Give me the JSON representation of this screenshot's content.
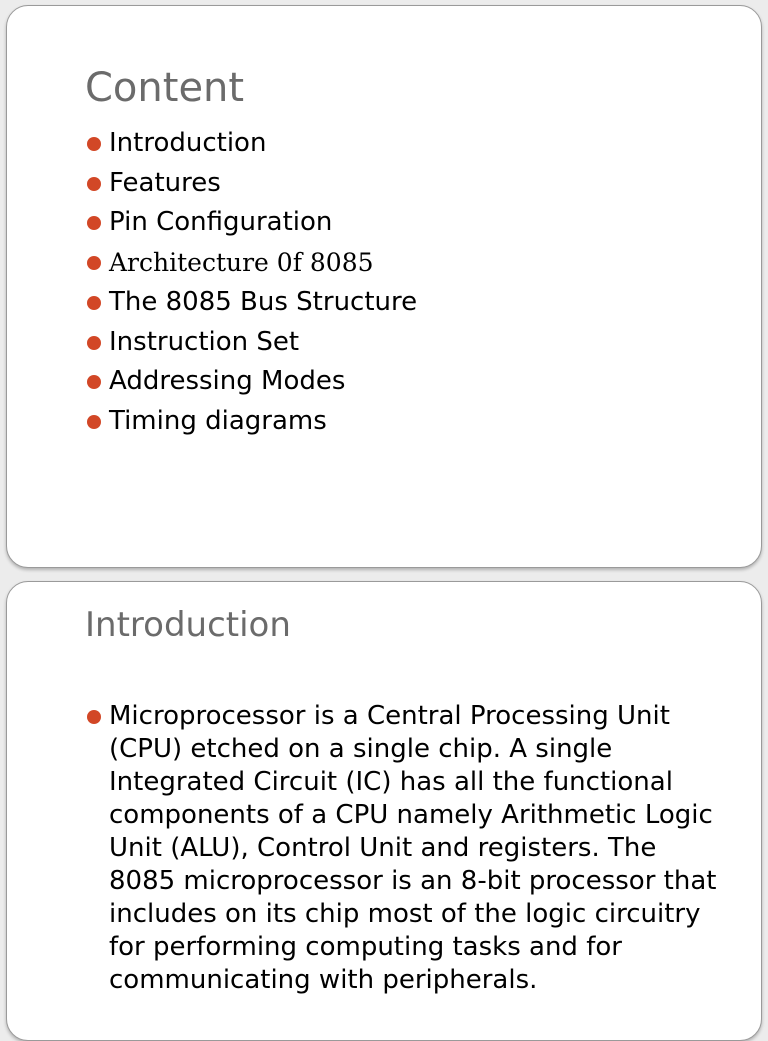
{
  "slides": [
    {
      "title": "Content",
      "bullets": [
        "Introduction",
        "Features",
        "Pin Configuration",
        "Architecture 0f 8085",
        "The 8085 Bus Structure",
        "Instruction Set",
        "Addressing Modes",
        "Timing diagrams"
      ]
    },
    {
      "title": "Introduction",
      "bullets": [
        "Microprocessor is a Central Processing Unit (CPU) etched on a single chip. A single Integrated Circuit (IC) has all the functional components of a CPU namely Arithmetic Logic Unit (ALU), Control Unit and registers. The 8085 microprocessor is an 8-bit processor that includes on its chip most of the logic circuitry for performing computing tasks and for communicating with peripherals."
      ]
    }
  ],
  "colors": {
    "bullet": "#d24726",
    "title": "#6b6b6b",
    "body_text": "#000000",
    "slide_bg": "#ffffff",
    "page_bg": "#ececec"
  }
}
